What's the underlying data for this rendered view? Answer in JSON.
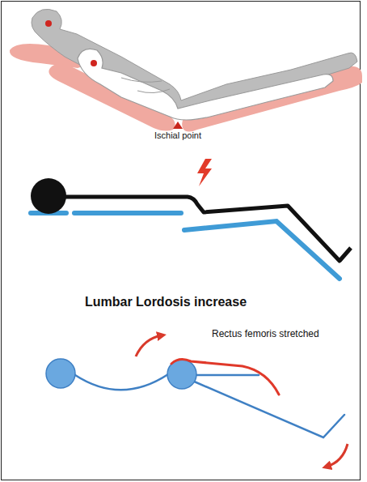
{
  "diagram": {
    "labels": [
      "Ischial point",
      "Lumbar Lordosis increase",
      "Rectus femoris stretched"
    ]
  }
}
